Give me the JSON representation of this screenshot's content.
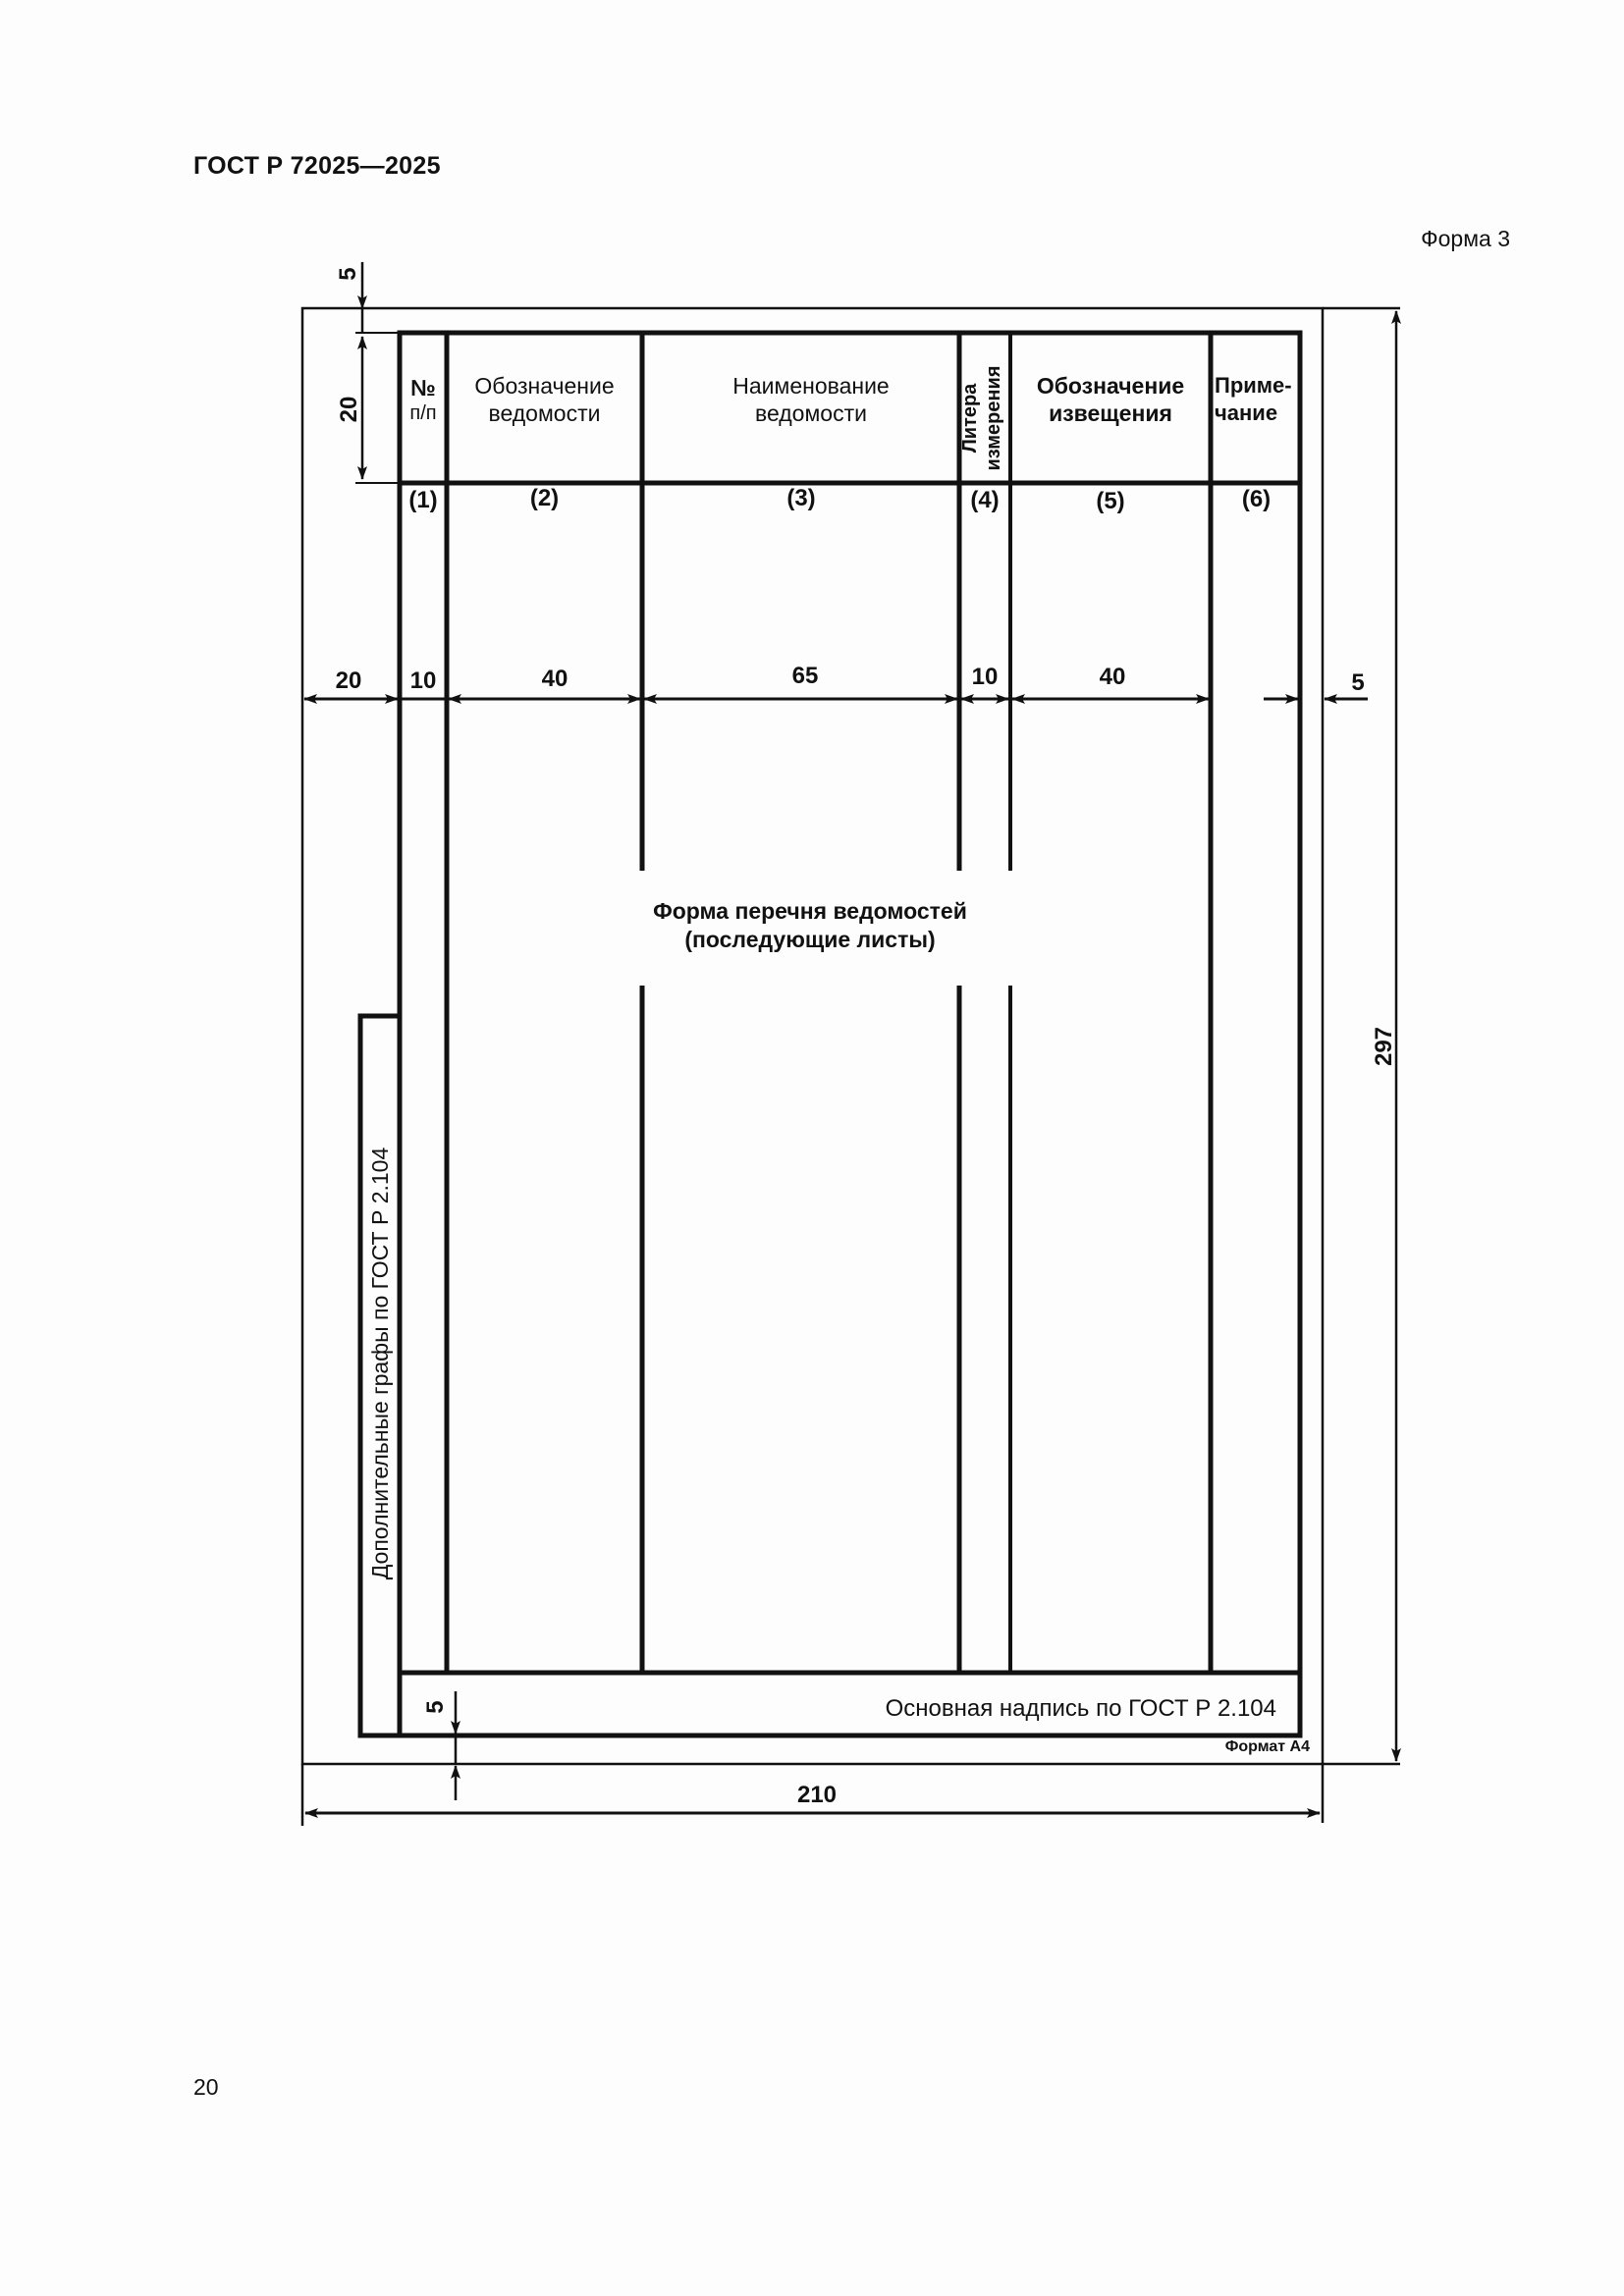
{
  "header": {
    "doc_title": "ГОСТ Р 72025—2025",
    "form_label": "Форма 3"
  },
  "table": {
    "columns": [
      {
        "label_line1": "№",
        "label_line2": "п/п",
        "number": "(1)",
        "width_mm": "10"
      },
      {
        "label_line1": "Обозначение",
        "label_line2": "ведомости",
        "number": "(2)",
        "width_mm": "40"
      },
      {
        "label_line1": "Наименование",
        "label_line2": "ведомости",
        "number": "(3)",
        "width_mm": "65"
      },
      {
        "label_line1": "Литера",
        "label_line2": "измерения",
        "number": "(4)",
        "width_mm": "10"
      },
      {
        "label_line1": "Обозначение",
        "label_line2": "извещения",
        "number": "(5)",
        "width_mm": "40"
      },
      {
        "label_line1": "Приме-",
        "label_line2": "чание",
        "number": "(6)"
      }
    ]
  },
  "dimensions": {
    "top_margin": "5",
    "header_height": "20",
    "left_margin": "20",
    "right_margin": "5",
    "bottom_margin": "5",
    "sheet_width": "210",
    "sheet_height": "297"
  },
  "center_note": {
    "line1": "Форма перечня ведомостей",
    "line2": "(последующие листы)"
  },
  "side_box_label": "Дополнительные графы по ГОСТ Р 2.104",
  "title_block_label": "Основная надпись по ГОСТ Р 2.104",
  "format_label": "Формат А4",
  "footer": {
    "page_number": "20"
  }
}
